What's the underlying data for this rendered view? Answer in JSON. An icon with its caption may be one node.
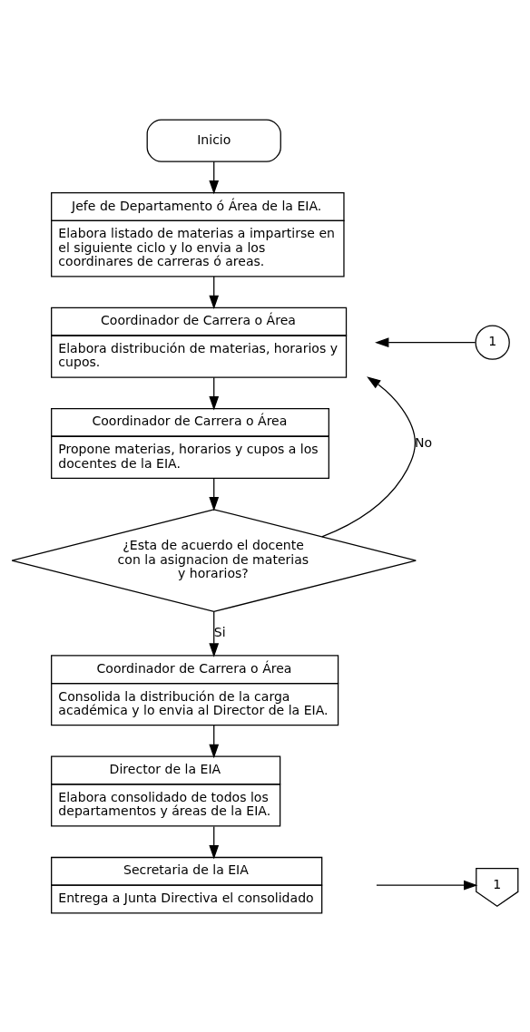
{
  "diagram": {
    "nodes": [
      {
        "text": [
          "Inicio"
        ]
      },
      {
        "text": [
          "Jefe de Departamento ó Área de la EIA.",
          "Elabora listado de materias a impartirse en el siguiente ciclo y lo envia a los coordinares de carreras ó areas."
        ]
      },
      {
        "text": [
          "Coordinador de Carrera o Área",
          "Elabora distribución de materias, horarios y cupos."
        ]
      },
      {
        "text": [
          "1"
        ]
      },
      {
        "text": [
          "Coordinador de Carrera o Área",
          "Propone materias, horarios y cupos a los docentes de la EIA."
        ]
      },
      {
        "text": [
          "¿Esta de acuerdo el docente con la asignacion de materias y horarios?"
        ]
      },
      {
        "text": [
          "Coordinador de Carrera o Área",
          "Consolida la distribución de la carga académica y lo envia al Director de la EIA."
        ]
      },
      {
        "text": [
          "Director de la EIA",
          "Elabora consolidado de todos los departamentos y áreas de la EIA."
        ]
      },
      {
        "text": [
          "Secretaria de la EIA",
          "Entrega a Junta Directiva el consolidado"
        ]
      },
      {
        "text": [
          "1"
        ]
      }
    ],
    "edges": [
      {
        "from": 0,
        "to": 1,
        "arrow": "to"
      },
      {
        "from": 1,
        "to": 2,
        "arrow": "to"
      },
      {
        "from": 3,
        "to": 2,
        "arrow": "to"
      },
      {
        "from": 2,
        "to": 4,
        "arrow": "to"
      },
      {
        "from": 4,
        "to": 5,
        "arrow": "to"
      },
      {
        "from": 5,
        "to": 2,
        "arrow": "to",
        "label": "No"
      },
      {
        "from": 5,
        "to": 6,
        "arrow": "to",
        "label": "Si"
      },
      {
        "from": 6,
        "to": 7,
        "arrow": "to"
      },
      {
        "from": 7,
        "to": 8,
        "arrow": "to"
      },
      {
        "from": 8,
        "to": 9,
        "arrow": "to"
      }
    ]
  }
}
